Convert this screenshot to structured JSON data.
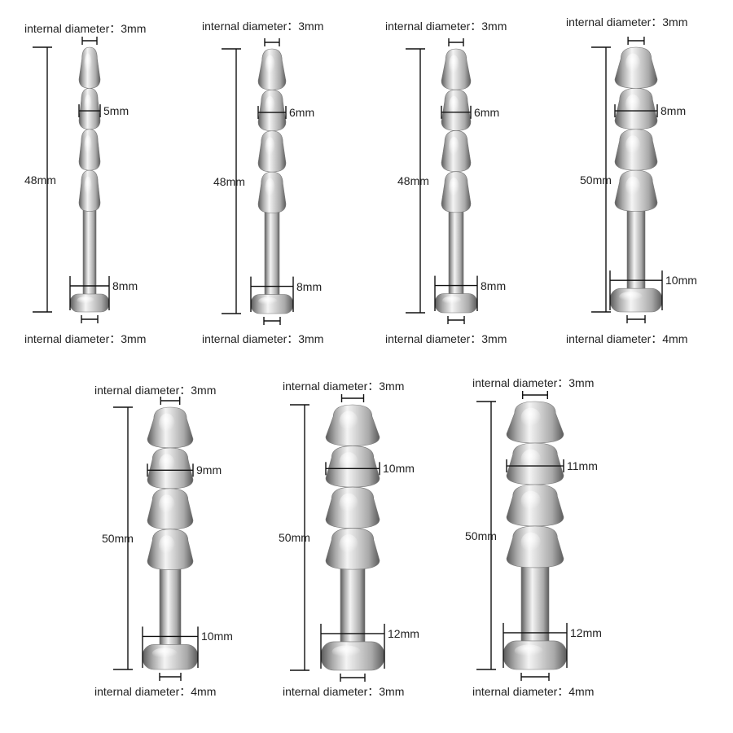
{
  "products": [
    {
      "top_label": "internal diameter：3mm",
      "bottom_label": "internal diameter：3mm",
      "length": "48mm",
      "bead_width": "5mm",
      "base_width": "8mm",
      "beads": 4
    },
    {
      "top_label": "internal diameter：3mm",
      "bottom_label": "internal diameter：3mm",
      "length": "48mm",
      "bead_width": "6mm",
      "base_width": "8mm",
      "beads": 4
    },
    {
      "top_label": "internal diameter：3mm",
      "bottom_label": "internal diameter：3mm",
      "length": "48mm",
      "bead_width": "6mm",
      "base_width": "8mm",
      "beads": 4
    },
    {
      "top_label": "internal diameter：3mm",
      "bottom_label": "internal diameter：4mm",
      "length": "50mm",
      "bead_width": "8mm",
      "base_width": "10mm",
      "beads": 4
    },
    {
      "top_label": "internal diameter：3mm",
      "bottom_label": "internal diameter：4mm",
      "length": "50mm",
      "bead_width": "9mm",
      "base_width": "10mm",
      "beads": 4
    },
    {
      "top_label": "internal diameter：3mm",
      "bottom_label": "internal diameter：3mm",
      "length": "50mm",
      "bead_width": "10mm",
      "base_width": "12mm",
      "beads": 4
    },
    {
      "top_label": "internal diameter：3mm",
      "bottom_label": "internal diameter：4mm",
      "length": "50mm",
      "bead_width": "11mm",
      "base_width": "12mm",
      "beads": 4
    }
  ],
  "colors": {
    "metal_dark": "#5a5a5a",
    "metal_mid": "#a9a9a9",
    "metal_light": "#f4f4f4",
    "line": "#111111"
  }
}
